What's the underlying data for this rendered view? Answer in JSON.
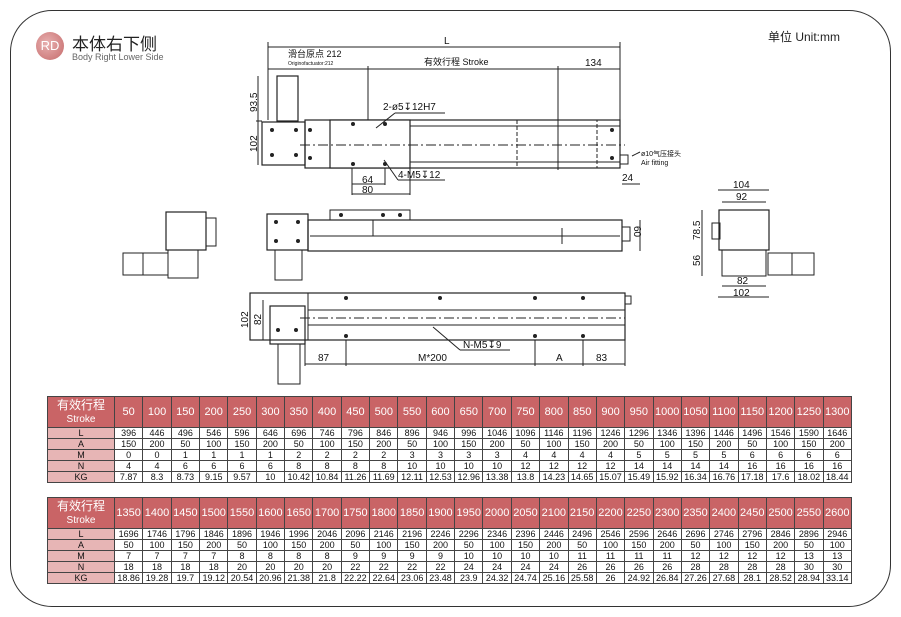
{
  "header": {
    "logo": "RD",
    "title_cn": "本体右下侧",
    "title_en": "Body Right Lower Side",
    "unit": "单位 Unit:mm"
  },
  "drawing": {
    "top_view": {
      "L": "L",
      "origin_cn": "滑台原点 212",
      "origin_en": "Originofactuator:212",
      "stroke": "有效行程 Stroke",
      "dim_134": "134",
      "dim_93_5": "93.5",
      "dim_102": "102",
      "hole_pin": "2-ø5↧12H7",
      "hole_thread": "4-M5↧12",
      "dim_64": "64",
      "dim_80": "80",
      "fitting_cn": "ø10气压接头",
      "fitting_en": "Air fitting",
      "dim_24": "24"
    },
    "front_view": {
      "dim_60": "60"
    },
    "side_view": {
      "dim_104": "104",
      "dim_92": "92",
      "dim_78_5": "78.5",
      "dim_56": "56",
      "dim_82": "82",
      "dim_102": "102"
    },
    "bottom_view": {
      "dim_102": "102",
      "dim_82": "82",
      "dim_87": "87",
      "dim_m200": "M*200",
      "dim_A": "A",
      "dim_83": "83",
      "hole_note": "N-M5↧9"
    }
  },
  "tables": [
    {
      "header_cn": "有效行程",
      "header_en": "Stroke",
      "strokes": [
        "50",
        "100",
        "150",
        "200",
        "250",
        "300",
        "350",
        "400",
        "450",
        "500",
        "550",
        "600",
        "650",
        "700",
        "750",
        "800",
        "850",
        "900",
        "950",
        "1000",
        "1050",
        "1100",
        "1150",
        "1200",
        "1250",
        "1300"
      ],
      "rows": [
        {
          "label": "L",
          "values": [
            "396",
            "446",
            "496",
            "546",
            "596",
            "646",
            "696",
            "746",
            "796",
            "846",
            "896",
            "946",
            "996",
            "1046",
            "1096",
            "1146",
            "1196",
            "1246",
            "1296",
            "1346",
            "1396",
            "1446",
            "1496",
            "1546",
            "1590",
            "1646"
          ]
        },
        {
          "label": "A",
          "values": [
            "150",
            "200",
            "50",
            "100",
            "150",
            "200",
            "50",
            "100",
            "150",
            "200",
            "50",
            "100",
            "150",
            "200",
            "50",
            "100",
            "150",
            "200",
            "50",
            "100",
            "150",
            "200",
            "50",
            "100",
            "150",
            "200"
          ]
        },
        {
          "label": "M",
          "values": [
            "0",
            "0",
            "1",
            "1",
            "1",
            "1",
            "2",
            "2",
            "2",
            "2",
            "3",
            "3",
            "3",
            "3",
            "4",
            "4",
            "4",
            "4",
            "5",
            "5",
            "5",
            "5",
            "6",
            "6",
            "6",
            "6"
          ]
        },
        {
          "label": "N",
          "values": [
            "4",
            "4",
            "6",
            "6",
            "6",
            "6",
            "8",
            "8",
            "8",
            "8",
            "10",
            "10",
            "10",
            "10",
            "12",
            "12",
            "12",
            "12",
            "14",
            "14",
            "14",
            "14",
            "16",
            "16",
            "16",
            "16"
          ]
        },
        {
          "label": "KG",
          "values": [
            "7.87",
            "8.3",
            "8.73",
            "9.15",
            "9.57",
            "10",
            "10.42",
            "10.84",
            "11.26",
            "11.69",
            "12.11",
            "12.53",
            "12.96",
            "13.38",
            "13.8",
            "14.23",
            "14.65",
            "15.07",
            "15.49",
            "15.92",
            "16.34",
            "16.76",
            "17.18",
            "17.6",
            "18.02",
            "18.44"
          ]
        }
      ]
    },
    {
      "header_cn": "有效行程",
      "header_en": "Stroke",
      "strokes": [
        "1350",
        "1400",
        "1450",
        "1500",
        "1550",
        "1600",
        "1650",
        "1700",
        "1750",
        "1800",
        "1850",
        "1900",
        "1950",
        "2000",
        "2050",
        "2100",
        "2150",
        "2200",
        "2250",
        "2300",
        "2350",
        "2400",
        "2450",
        "2500",
        "2550",
        "2600"
      ],
      "rows": [
        {
          "label": "L",
          "values": [
            "1696",
            "1746",
            "1796",
            "1846",
            "1896",
            "1946",
            "1996",
            "2046",
            "2096",
            "2146",
            "2196",
            "2246",
            "2296",
            "2346",
            "2396",
            "2446",
            "2496",
            "2546",
            "2596",
            "2646",
            "2696",
            "2746",
            "2796",
            "2846",
            "2896",
            "2946"
          ]
        },
        {
          "label": "A",
          "values": [
            "50",
            "100",
            "150",
            "200",
            "50",
            "100",
            "150",
            "200",
            "50",
            "100",
            "150",
            "200",
            "50",
            "100",
            "150",
            "200",
            "50",
            "100",
            "150",
            "200",
            "50",
            "100",
            "150",
            "200",
            "50",
            "100"
          ]
        },
        {
          "label": "M",
          "values": [
            "7",
            "7",
            "7",
            "7",
            "8",
            "8",
            "8",
            "8",
            "9",
            "9",
            "9",
            "9",
            "10",
            "10",
            "10",
            "10",
            "11",
            "11",
            "11",
            "11",
            "12",
            "12",
            "12",
            "12",
            "13",
            "13"
          ]
        },
        {
          "label": "N",
          "values": [
            "18",
            "18",
            "18",
            "18",
            "20",
            "20",
            "20",
            "20",
            "22",
            "22",
            "22",
            "22",
            "24",
            "24",
            "24",
            "24",
            "26",
            "26",
            "26",
            "26",
            "28",
            "28",
            "28",
            "28",
            "30",
            "30"
          ]
        },
        {
          "label": "KG",
          "values": [
            "18.86",
            "19.28",
            "19.7",
            "19.12",
            "20.54",
            "20.96",
            "21.38",
            "21.8",
            "22.22",
            "22.64",
            "23.06",
            "23.48",
            "23.9",
            "24.32",
            "24.74",
            "25.16",
            "25.58",
            "26",
            "24.92",
            "26.84",
            "27.26",
            "27.68",
            "28.1",
            "28.52",
            "28.94",
            "33.14"
          ]
        }
      ]
    }
  ]
}
